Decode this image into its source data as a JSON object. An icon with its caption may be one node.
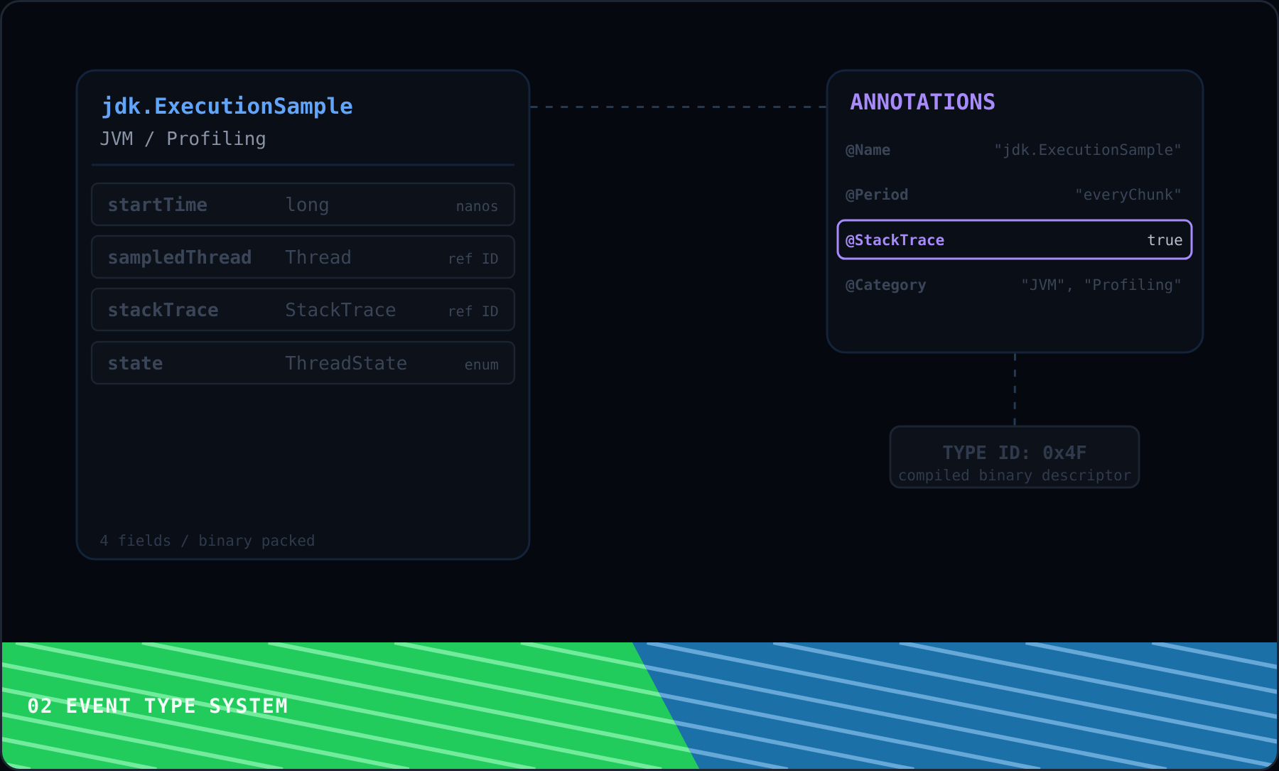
{
  "diagram": {
    "nodes": [
      {
        "text": [
          "jdk.ExecutionSample",
          "JVM / Profiling",
          "4 fields / binary packed"
        ]
      },
      {
        "text": [
          "startTime",
          "long",
          "nanos"
        ],
        "in": 0
      },
      {
        "text": [
          "sampledThread",
          "Thread",
          "ref ID"
        ],
        "in": 0
      },
      {
        "text": [
          "stackTrace",
          "StackTrace",
          "ref ID"
        ],
        "in": 0
      },
      {
        "text": [
          "state",
          "ThreadState",
          "enum"
        ],
        "in": 0
      },
      {
        "text": [
          "ANNOTATIONS",
          "@Name",
          "\"jdk.ExecutionSample\"",
          "@Period",
          "\"everyChunk\"",
          "@Category",
          "\"JVM\", \"Profiling\""
        ]
      },
      {
        "text": [
          "@StackTrace",
          "true"
        ],
        "in": 5
      },
      {
        "text": [
          "TYPE ID: 0x4F",
          "compiled binary descriptor"
        ]
      },
      {
        "text": [
          "02 EVENT TYPE SYSTEM"
        ]
      }
    ],
    "edges": [
      {
        "from": 0,
        "to": 5,
        "arrow": "none",
        "style": "dashed"
      },
      {
        "from": 5,
        "to": 7,
        "arrow": "none",
        "style": "dashed"
      }
    ]
  }
}
